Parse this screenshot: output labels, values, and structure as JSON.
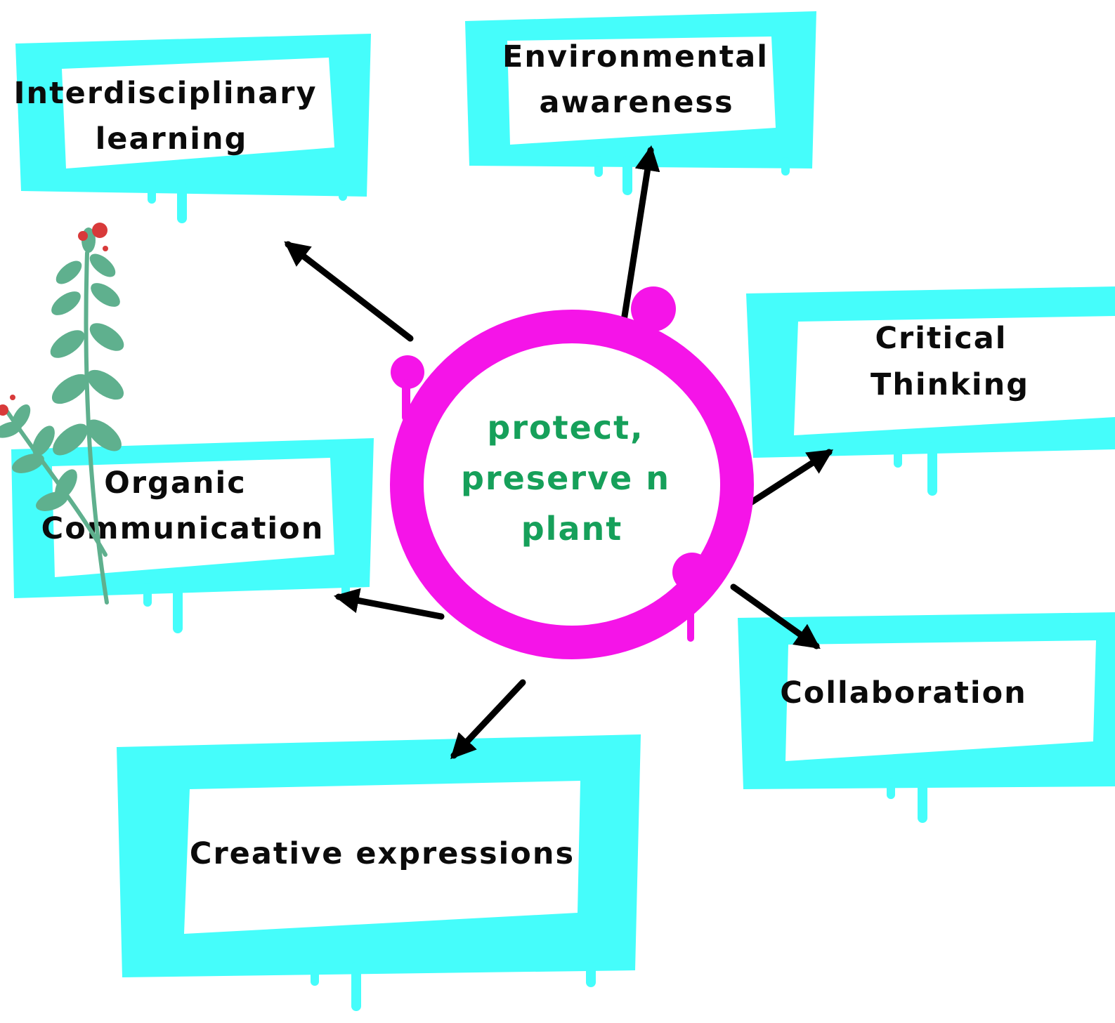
{
  "diagram": {
    "center": {
      "label_lines": [
        "protect,",
        "preserve n",
        "plant"
      ],
      "ring_color": "#f514e8",
      "text_color": "#16a05a"
    },
    "frame_color": "#45fdfb",
    "arrow_color": "#000000",
    "nodes": [
      {
        "id": "interdisciplinary",
        "label_lines": [
          "Interdisciplinary",
          "learning"
        ]
      },
      {
        "id": "environmental",
        "label_lines": [
          "Environmental",
          "awareness"
        ]
      },
      {
        "id": "critical",
        "label_lines": [
          "Critical",
          "Thinking"
        ]
      },
      {
        "id": "organic",
        "label_lines": [
          "Organic",
          "Communication"
        ]
      },
      {
        "id": "collaboration",
        "label_lines": [
          "Collaboration"
        ]
      },
      {
        "id": "creative",
        "label_lines": [
          "Creative expressions"
        ]
      }
    ],
    "decoration": {
      "plant_icon": "leafy-branch-with-red-berries",
      "leaf_color": "#5fb08e",
      "berry_color": "#d83a3a"
    }
  }
}
